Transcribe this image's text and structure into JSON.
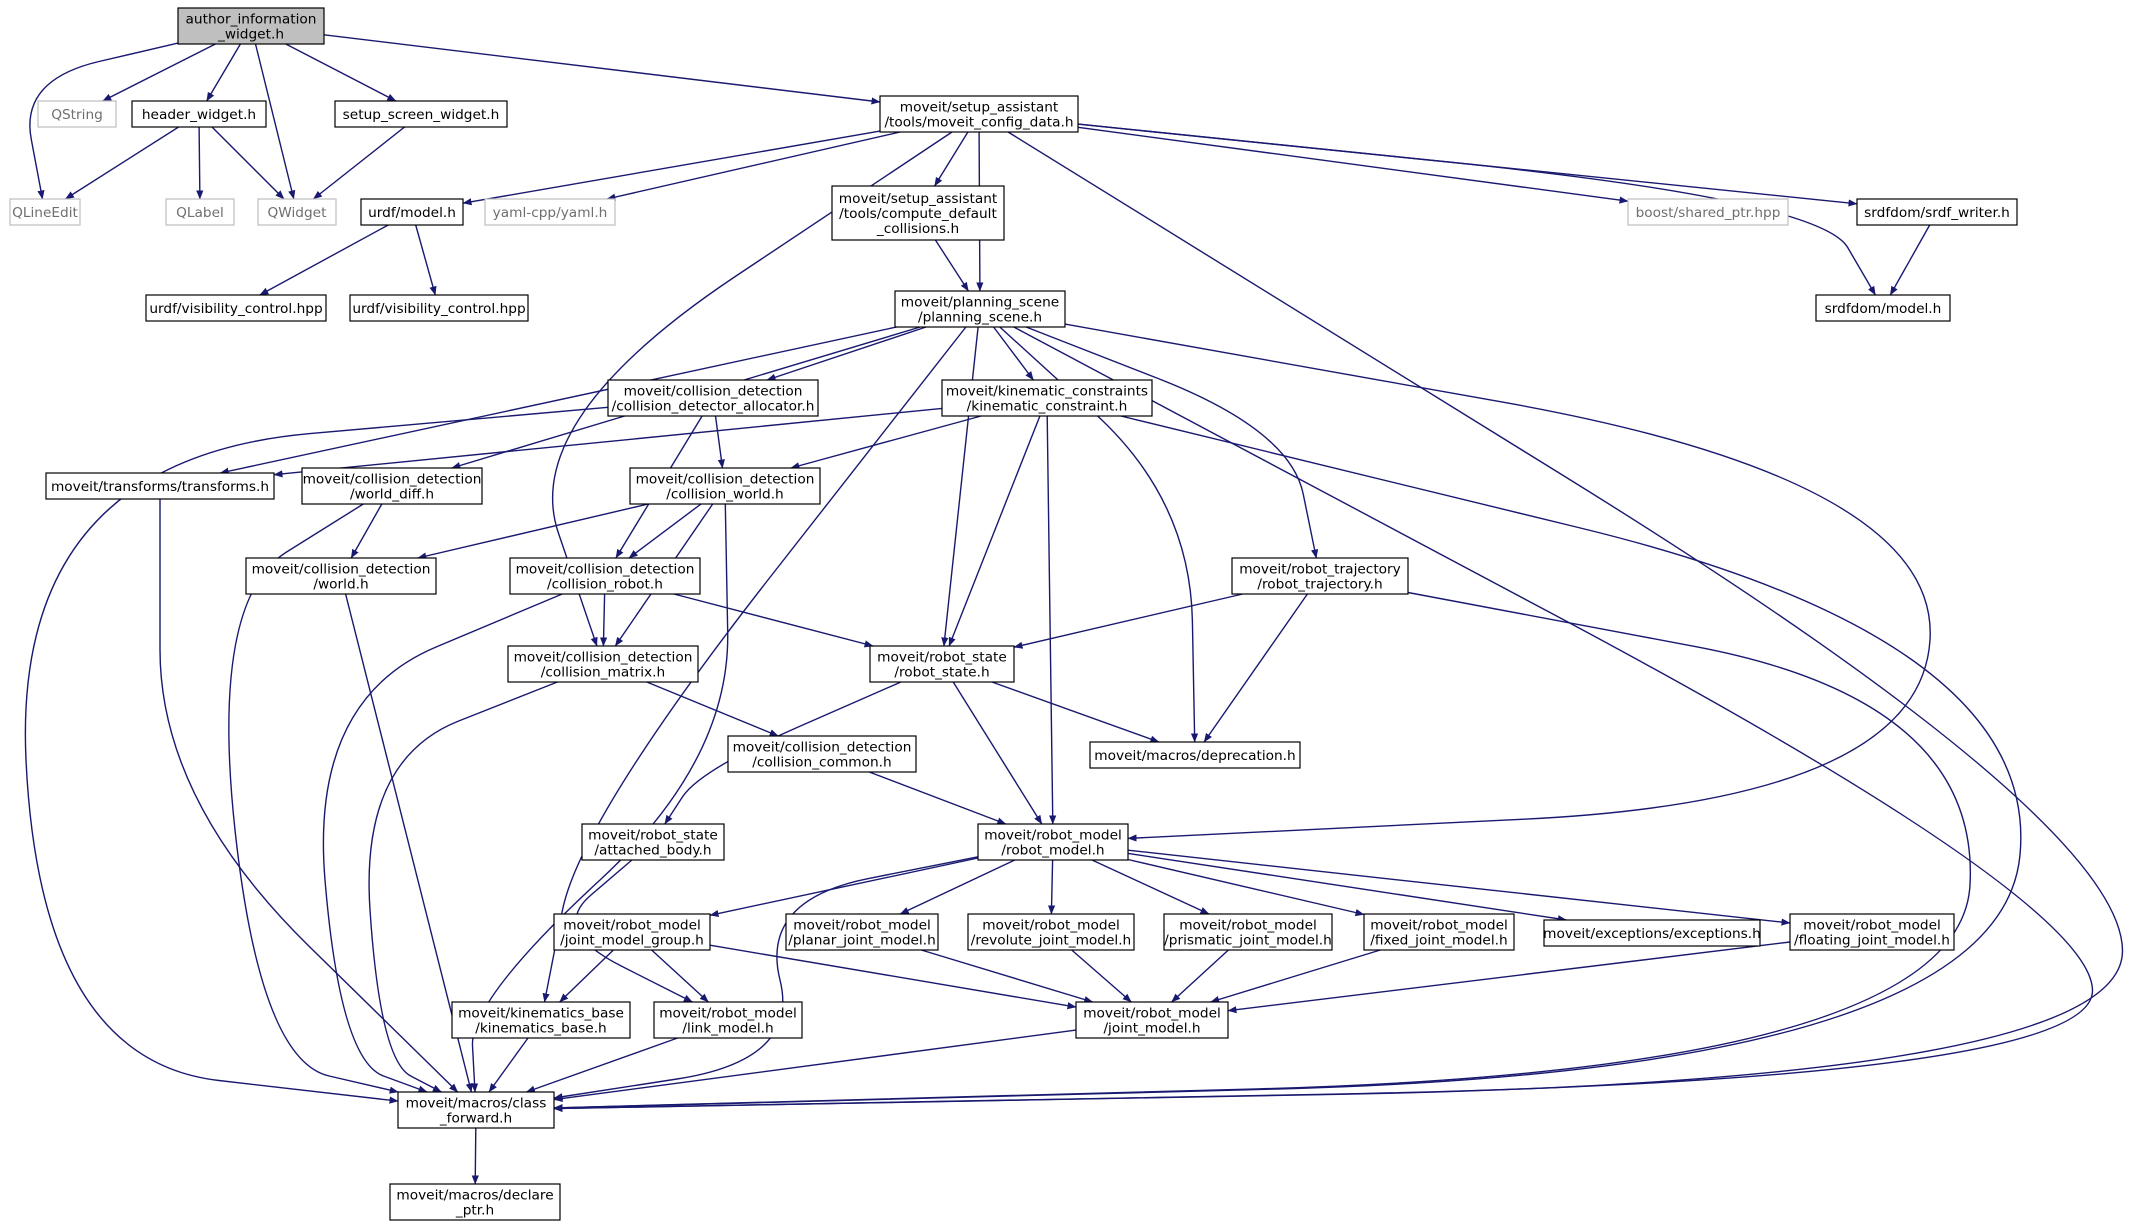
{
  "colors": {
    "edge": "#191970",
    "root_fill": "#bfbfbf",
    "box_stroke": "#000000",
    "ext_stroke": "#bfbfbf",
    "ext_text": "#6f6f6f"
  },
  "nodes": {
    "author_information_widget": {
      "lines": [
        "author_information",
        "_widget.h"
      ],
      "kind": "root"
    },
    "qlineedit": {
      "lines": [
        "QLineEdit"
      ],
      "kind": "ext"
    },
    "qstring": {
      "lines": [
        "QString"
      ],
      "kind": "ext"
    },
    "header_widget": {
      "lines": [
        "header_widget.h"
      ],
      "kind": "file"
    },
    "qwidget": {
      "lines": [
        "QWidget"
      ],
      "kind": "ext"
    },
    "setup_screen_widget": {
      "lines": [
        "setup_screen_widget.h"
      ],
      "kind": "file"
    },
    "qlabel": {
      "lines": [
        "QLabel"
      ],
      "kind": "ext"
    },
    "moveit_config_data": {
      "lines": [
        "moveit/setup_assistant",
        "/tools/moveit_config_data.h"
      ],
      "kind": "file"
    },
    "urdf_model": {
      "lines": [
        "urdf/model.h"
      ],
      "kind": "file"
    },
    "yaml": {
      "lines": [
        "yaml-cpp/yaml.h"
      ],
      "kind": "ext"
    },
    "compute_default_collisions": {
      "lines": [
        "moveit/setup_assistant",
        "/tools/compute_default",
        "_collisions.h"
      ],
      "kind": "file"
    },
    "boost_shared_ptr": {
      "lines": [
        "boost/shared_ptr.hpp"
      ],
      "kind": "ext"
    },
    "srdf_writer": {
      "lines": [
        "srdfdom/srdf_writer.h"
      ],
      "kind": "file"
    },
    "urdf_visibility_1": {
      "lines": [
        "urdf/visibility_control.hpp"
      ],
      "kind": "file"
    },
    "urdf_visibility_2": {
      "lines": [
        "urdf/visibility_control.hpp"
      ],
      "kind": "file"
    },
    "planning_scene": {
      "lines": [
        "moveit/planning_scene",
        "/planning_scene.h"
      ],
      "kind": "file"
    },
    "srdf_model": {
      "lines": [
        "srdfdom/model.h"
      ],
      "kind": "file"
    },
    "collision_detector_allocator": {
      "lines": [
        "moveit/collision_detection",
        "/collision_detector_allocator.h"
      ],
      "kind": "file"
    },
    "kinematic_constraint": {
      "lines": [
        "moveit/kinematic_constraints",
        "/kinematic_constraint.h"
      ],
      "kind": "file"
    },
    "transforms": {
      "lines": [
        "moveit/transforms/transforms.h"
      ],
      "kind": "file"
    },
    "world_diff": {
      "lines": [
        "moveit/collision_detection",
        "/world_diff.h"
      ],
      "kind": "file"
    },
    "collision_world": {
      "lines": [
        "moveit/collision_detection",
        "/collision_world.h"
      ],
      "kind": "file"
    },
    "world": {
      "lines": [
        "moveit/collision_detection",
        "/world.h"
      ],
      "kind": "file"
    },
    "collision_robot": {
      "lines": [
        "moveit/collision_detection",
        "/collision_robot.h"
      ],
      "kind": "file"
    },
    "robot_trajectory": {
      "lines": [
        "moveit/robot_trajectory",
        "/robot_trajectory.h"
      ],
      "kind": "file"
    },
    "collision_matrix": {
      "lines": [
        "moveit/collision_detection",
        "/collision_matrix.h"
      ],
      "kind": "file"
    },
    "robot_state": {
      "lines": [
        "moveit/robot_state",
        "/robot_state.h"
      ],
      "kind": "file"
    },
    "collision_common": {
      "lines": [
        "moveit/collision_detection",
        "/collision_common.h"
      ],
      "kind": "file"
    },
    "deprecation": {
      "lines": [
        "moveit/macros/deprecation.h"
      ],
      "kind": "file"
    },
    "attached_body": {
      "lines": [
        "moveit/robot_state",
        "/attached_body.h"
      ],
      "kind": "file"
    },
    "robot_model": {
      "lines": [
        "moveit/robot_model",
        "/robot_model.h"
      ],
      "kind": "file"
    },
    "joint_model_group": {
      "lines": [
        "moveit/robot_model",
        "/joint_model_group.h"
      ],
      "kind": "file"
    },
    "planar_joint_model": {
      "lines": [
        "moveit/robot_model",
        "/planar_joint_model.h"
      ],
      "kind": "file"
    },
    "revolute_joint_model": {
      "lines": [
        "moveit/robot_model",
        "/revolute_joint_model.h"
      ],
      "kind": "file"
    },
    "prismatic_joint_model": {
      "lines": [
        "moveit/robot_model",
        "/prismatic_joint_model.h"
      ],
      "kind": "file"
    },
    "fixed_joint_model": {
      "lines": [
        "moveit/robot_model",
        "/fixed_joint_model.h"
      ],
      "kind": "file"
    },
    "exceptions": {
      "lines": [
        "moveit/exceptions/exceptions.h"
      ],
      "kind": "file"
    },
    "floating_joint_model": {
      "lines": [
        "moveit/robot_model",
        "/floating_joint_model.h"
      ],
      "kind": "file"
    },
    "kinematics_base": {
      "lines": [
        "moveit/kinematics_base",
        "/kinematics_base.h"
      ],
      "kind": "file"
    },
    "link_model": {
      "lines": [
        "moveit/robot_model",
        "/link_model.h"
      ],
      "kind": "file"
    },
    "joint_model": {
      "lines": [
        "moveit/robot_model",
        "/joint_model.h"
      ],
      "kind": "file"
    },
    "class_forward": {
      "lines": [
        "moveit/macros/class",
        "_forward.h"
      ],
      "kind": "file"
    },
    "declare_ptr": {
      "lines": [
        "moveit/macros/declare",
        "_ptr.h"
      ],
      "kind": "file"
    }
  },
  "edges": [
    [
      "author_information_widget",
      "qlineedit"
    ],
    [
      "author_information_widget",
      "qstring"
    ],
    [
      "author_information_widget",
      "header_widget"
    ],
    [
      "author_information_widget",
      "qwidget"
    ],
    [
      "author_information_widget",
      "setup_screen_widget"
    ],
    [
      "author_information_widget",
      "moveit_config_data"
    ],
    [
      "header_widget",
      "qlineedit"
    ],
    [
      "header_widget",
      "qlabel"
    ],
    [
      "header_widget",
      "qwidget"
    ],
    [
      "setup_screen_widget",
      "qwidget"
    ],
    [
      "moveit_config_data",
      "urdf_model"
    ],
    [
      "moveit_config_data",
      "yaml"
    ],
    [
      "moveit_config_data",
      "compute_default_collisions"
    ],
    [
      "moveit_config_data",
      "planning_scene"
    ],
    [
      "moveit_config_data",
      "collision_matrix"
    ],
    [
      "moveit_config_data",
      "boost_shared_ptr"
    ],
    [
      "moveit_config_data",
      "srdf_writer"
    ],
    [
      "moveit_config_data",
      "srdf_model"
    ],
    [
      "moveit_config_data",
      "class_forward"
    ],
    [
      "urdf_model",
      "urdf_visibility_1"
    ],
    [
      "urdf_model",
      "urdf_visibility_2"
    ],
    [
      "compute_default_collisions",
      "planning_scene"
    ],
    [
      "srdf_writer",
      "srdf_model"
    ],
    [
      "planning_scene",
      "collision_detector_allocator"
    ],
    [
      "planning_scene",
      "kinematic_constraint"
    ],
    [
      "planning_scene",
      "transforms"
    ],
    [
      "planning_scene",
      "world_diff"
    ],
    [
      "planning_scene",
      "robot_state"
    ],
    [
      "planning_scene",
      "kinematics_base"
    ],
    [
      "planning_scene",
      "deprecation"
    ],
    [
      "planning_scene",
      "robot_trajectory"
    ],
    [
      "planning_scene",
      "robot_model"
    ],
    [
      "planning_scene",
      "class_forward"
    ],
    [
      "collision_detector_allocator",
      "collision_world"
    ],
    [
      "collision_detector_allocator",
      "collision_robot"
    ],
    [
      "collision_detector_allocator",
      "class_forward"
    ],
    [
      "kinematic_constraint",
      "transforms"
    ],
    [
      "kinematic_constraint",
      "collision_world"
    ],
    [
      "kinematic_constraint",
      "robot_state"
    ],
    [
      "kinematic_constraint",
      "robot_model"
    ],
    [
      "kinematic_constraint",
      "class_forward"
    ],
    [
      "transforms",
      "class_forward"
    ],
    [
      "world_diff",
      "world"
    ],
    [
      "world_diff",
      "class_forward"
    ],
    [
      "collision_world",
      "world"
    ],
    [
      "collision_world",
      "collision_robot"
    ],
    [
      "collision_world",
      "collision_matrix"
    ],
    [
      "collision_world",
      "class_forward"
    ],
    [
      "world",
      "class_forward"
    ],
    [
      "collision_robot",
      "collision_matrix"
    ],
    [
      "collision_robot",
      "robot_state"
    ],
    [
      "collision_robot",
      "class_forward"
    ],
    [
      "robot_trajectory",
      "robot_state"
    ],
    [
      "robot_trajectory",
      "deprecation"
    ],
    [
      "robot_trajectory",
      "class_forward"
    ],
    [
      "collision_matrix",
      "collision_common"
    ],
    [
      "collision_matrix",
      "class_forward"
    ],
    [
      "robot_state",
      "attached_body"
    ],
    [
      "robot_state",
      "robot_model"
    ],
    [
      "robot_state",
      "deprecation"
    ],
    [
      "collision_common",
      "robot_model"
    ],
    [
      "attached_body",
      "link_model"
    ],
    [
      "robot_model",
      "joint_model_group"
    ],
    [
      "robot_model",
      "planar_joint_model"
    ],
    [
      "robot_model",
      "revolute_joint_model"
    ],
    [
      "robot_model",
      "prismatic_joint_model"
    ],
    [
      "robot_model",
      "fixed_joint_model"
    ],
    [
      "robot_model",
      "exceptions"
    ],
    [
      "robot_model",
      "floating_joint_model"
    ],
    [
      "robot_model",
      "class_forward"
    ],
    [
      "joint_model_group",
      "kinematics_base"
    ],
    [
      "joint_model_group",
      "link_model"
    ],
    [
      "joint_model_group",
      "joint_model"
    ],
    [
      "planar_joint_model",
      "joint_model"
    ],
    [
      "revolute_joint_model",
      "joint_model"
    ],
    [
      "prismatic_joint_model",
      "joint_model"
    ],
    [
      "fixed_joint_model",
      "joint_model"
    ],
    [
      "floating_joint_model",
      "joint_model"
    ],
    [
      "kinematics_base",
      "class_forward"
    ],
    [
      "link_model",
      "class_forward"
    ],
    [
      "joint_model",
      "class_forward"
    ],
    [
      "class_forward",
      "declare_ptr"
    ]
  ]
}
